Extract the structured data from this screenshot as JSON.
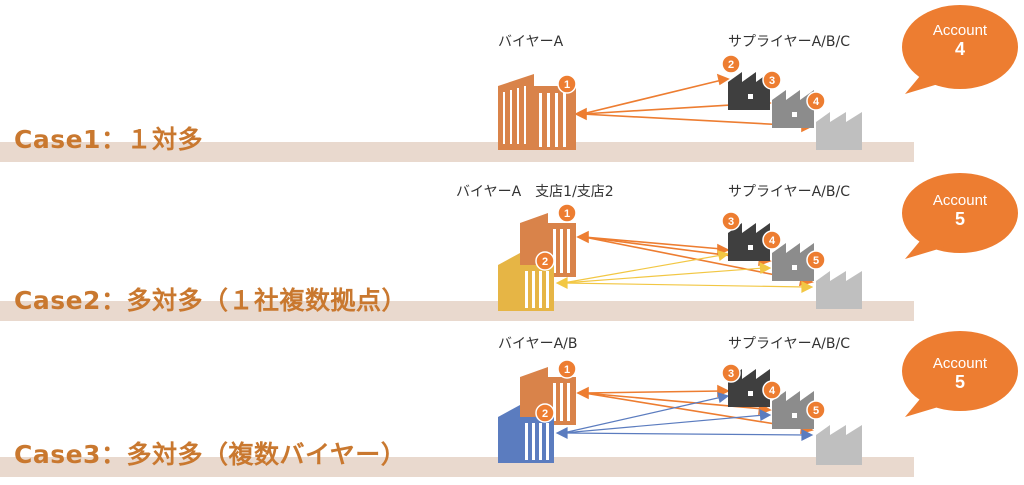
{
  "cases": [
    {
      "title": "Case1：１対多",
      "buyer_label": "バイヤーA",
      "supplier_label": "サプライヤーA/B/C",
      "account_label": "Account",
      "account_count": "4",
      "buyer_badges": [
        "1"
      ],
      "supplier_badges": [
        "2",
        "3",
        "4"
      ]
    },
    {
      "title": "Case2：多対多（１社複数拠点）",
      "buyer_label": "バイヤーA　支店1/支店2",
      "supplier_label": "サプライヤーA/B/C",
      "account_label": "Account",
      "account_count": "5",
      "buyer_badges": [
        "1",
        "2"
      ],
      "supplier_badges": [
        "3",
        "4",
        "5"
      ]
    },
    {
      "title": "Case3：多対多（複数バイヤー）",
      "buyer_label": "バイヤーA/B",
      "supplier_label": "サプライヤーA/B/C",
      "account_label": "Account",
      "account_count": "5",
      "buyer_badges": [
        "1",
        "2"
      ],
      "supplier_badges": [
        "3",
        "4",
        "5"
      ]
    }
  ],
  "colors": {
    "orange": "#ed7d31",
    "building_orange": "#d9834a",
    "building_yellow": "#e6b545",
    "building_blue": "#5b7cbf",
    "factory_dark": "#3f3f3f",
    "factory_mid": "#8c8c8c",
    "factory_light": "#bfbfbf",
    "band": "#e9d9ce",
    "title": "#c9782f"
  },
  "icons": [
    "building-icon",
    "factory-icon",
    "speech-bubble-icon",
    "number-badge-icon"
  ]
}
